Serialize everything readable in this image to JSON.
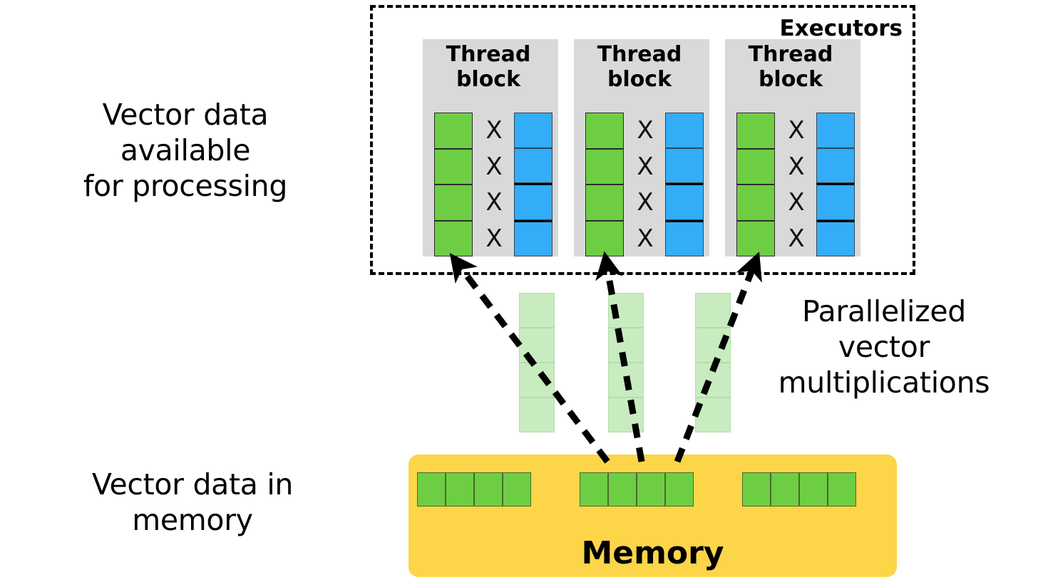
{
  "diagram": {
    "title_region": "GPU executors and memory vector multiplication diagram",
    "background_color": "#ffffff"
  },
  "captions": {
    "left_top": "Vector data\navailable\nfor processing",
    "left_bottom": "Vector data in\nmemory",
    "right": "Parallelized\nvector\nmultiplications"
  },
  "executors": {
    "label": "Executors",
    "border_style": "dashed",
    "border_color": "#000000",
    "thread_blocks": [
      {
        "title": "Thread\nblock",
        "panel_color": "#d9d9d9",
        "operand_a": {
          "color": "#6ece43",
          "cells": 4
        },
        "operator": "X",
        "operator_count": 4,
        "operand_b": {
          "color": "#33adf7",
          "cells": 4
        }
      },
      {
        "title": "Thread\nblock",
        "panel_color": "#d9d9d9",
        "operand_a": {
          "color": "#6ece43",
          "cells": 4
        },
        "operator": "X",
        "operator_count": 4,
        "operand_b": {
          "color": "#33adf7",
          "cells": 4
        }
      },
      {
        "title": "Thread\nblock",
        "panel_color": "#d9d9d9",
        "operand_a": {
          "color": "#6ece43",
          "cells": 4
        },
        "operator": "X",
        "operator_count": 4,
        "operand_b": {
          "color": "#33adf7",
          "cells": 4
        }
      }
    ]
  },
  "staging_columns": [
    {
      "cells": 4,
      "color": "#c8ecc0",
      "faded": true
    },
    {
      "cells": 4,
      "color": "#c8ecc0",
      "faded": true
    },
    {
      "cells": 4,
      "color": "#c8ecc0",
      "faded": true
    }
  ],
  "memory": {
    "label": "Memory",
    "fill_color": "#fcd549",
    "groups": [
      {
        "cells": 4,
        "color": "#6ece43"
      },
      {
        "cells": 4,
        "color": "#6ece43"
      },
      {
        "cells": 4,
        "color": "#6ece43"
      }
    ]
  },
  "arrows": [
    {
      "from": "memory-group-1",
      "to": "thread-block-0",
      "style": "dashed",
      "color": "#000000"
    },
    {
      "from": "memory-group-1",
      "to": "thread-block-1",
      "style": "dashed",
      "color": "#000000"
    },
    {
      "from": "memory-group-1",
      "to": "thread-block-2",
      "style": "dashed",
      "color": "#000000"
    }
  ]
}
